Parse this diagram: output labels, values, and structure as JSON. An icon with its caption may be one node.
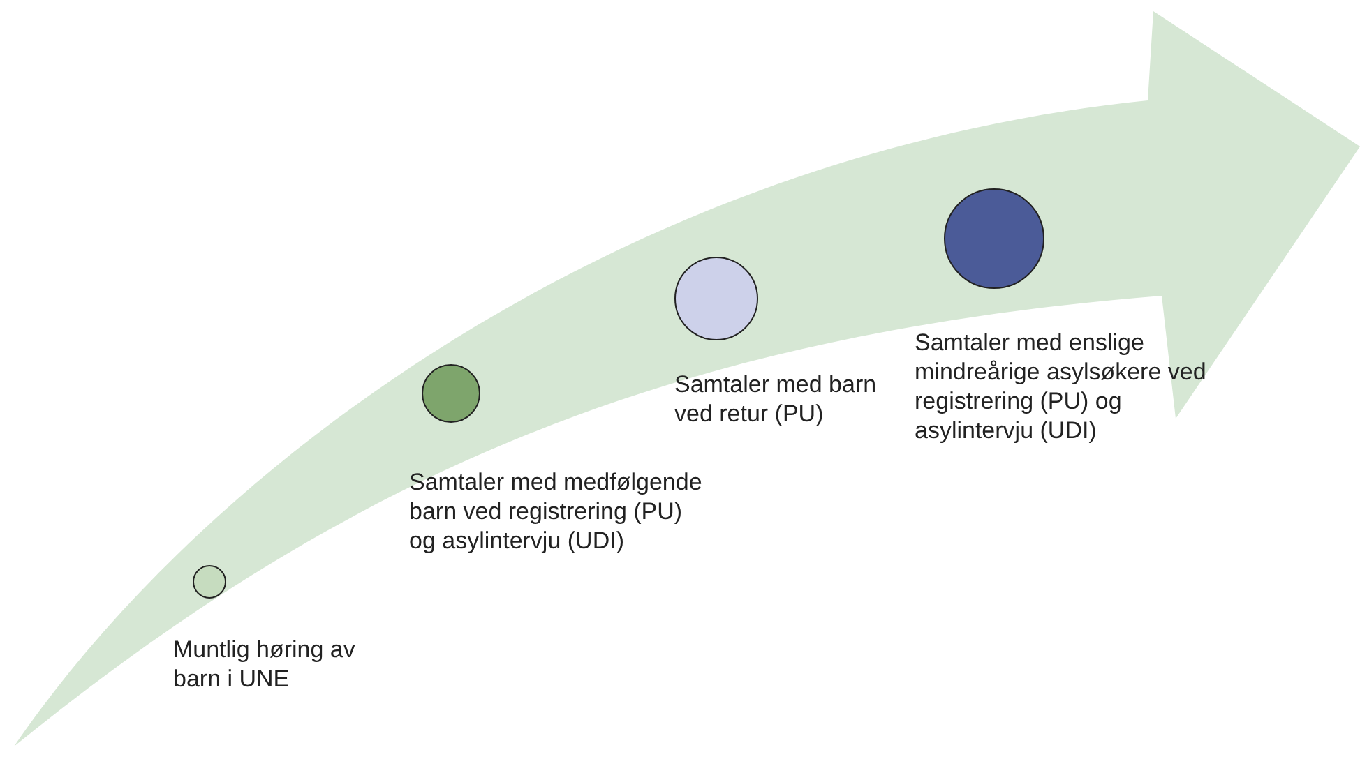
{
  "diagram": {
    "nodes": [
      {
        "text": [],
        "shape": "circle",
        "beside": [
          "Muntlig høring av barn i UNE"
        ]
      },
      {
        "text": [],
        "shape": "circle",
        "beside": [
          "Samtaler med medfølgende barn ved registrering (PU) og asylintervju (UDI)"
        ]
      },
      {
        "text": [],
        "shape": "circle",
        "beside": [
          "Samtaler med barn ved retur (PU)"
        ]
      },
      {
        "text": [],
        "shape": "circle",
        "beside": [
          "Samtaler med enslige mindreårige asylsøkere ved registrering (PU) og asylintervju (UDI)"
        ]
      }
    ]
  }
}
